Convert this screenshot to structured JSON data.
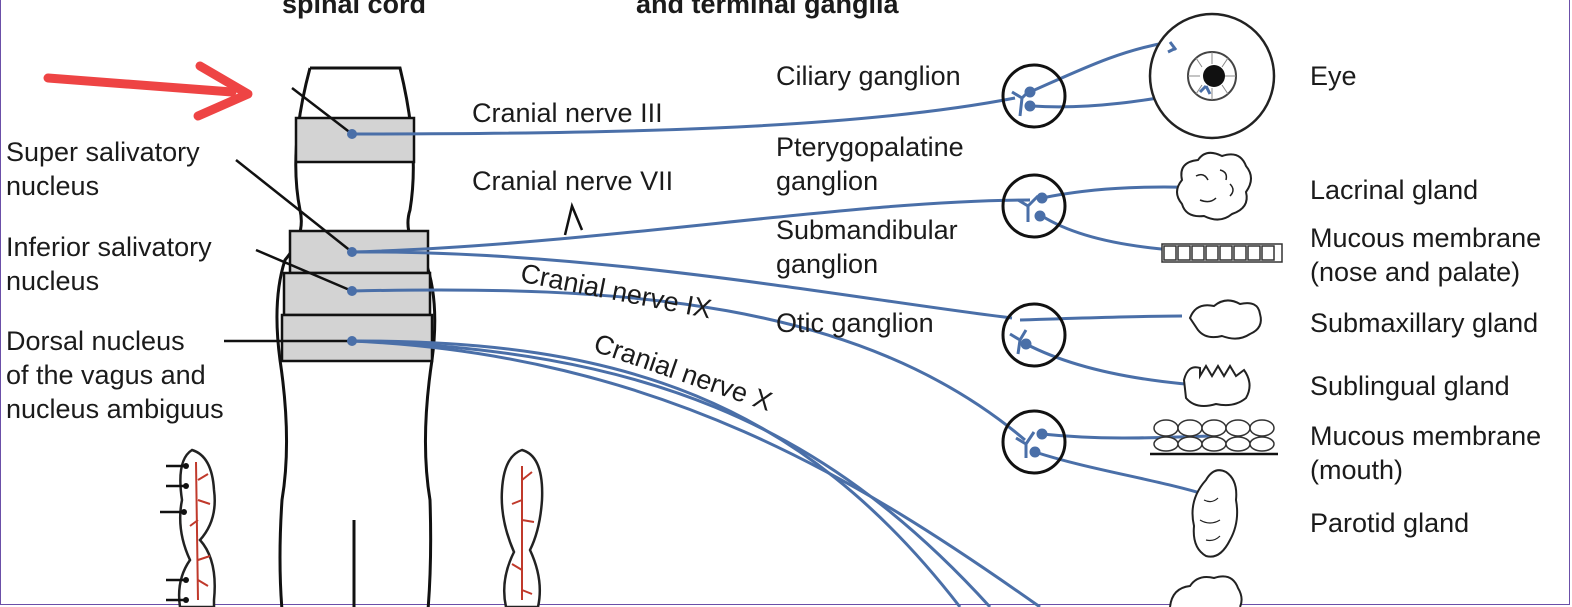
{
  "headings": {
    "left": "spinal cord",
    "right": "and terminal ganglia"
  },
  "nuclei": {
    "superior_salivatory": "Super salivatory\nnucleus",
    "inferior_salivatory": "Inferior salivatory\nnucleus",
    "dorsal_vagus": "Dorsal nucleus\nof the vagus and\nnucleus ambiguus"
  },
  "nerves": {
    "cn3": "Cranial nerve III",
    "cn7": "Cranial nerve VII",
    "cn9": "Cranial nerve IX",
    "cn10": "Cranial nerve X"
  },
  "ganglia": {
    "ciliary": "Ciliary ganglion",
    "pterygopalatine": "Pterygopalatine\nganglion",
    "submandibular": "Submandibular\nganglion",
    "otic": "Otic ganglion"
  },
  "targets": {
    "eye": "Eye",
    "lacrimal": "Lacrinal gland",
    "mucous_nose": "Mucous membrane\n(nose and palate)",
    "submaxillary": "Submaxillary gland",
    "sublingual": "Sublingual gland",
    "mucous_mouth": "Mucous membrane\n(mouth)",
    "parotid": "Parotid gland"
  },
  "colors": {
    "nerve": "#4a6fa8",
    "annotation_arrow": "#ee4444",
    "nucleus_fill": "#d3d3d3",
    "capillary": "#c0392b"
  }
}
